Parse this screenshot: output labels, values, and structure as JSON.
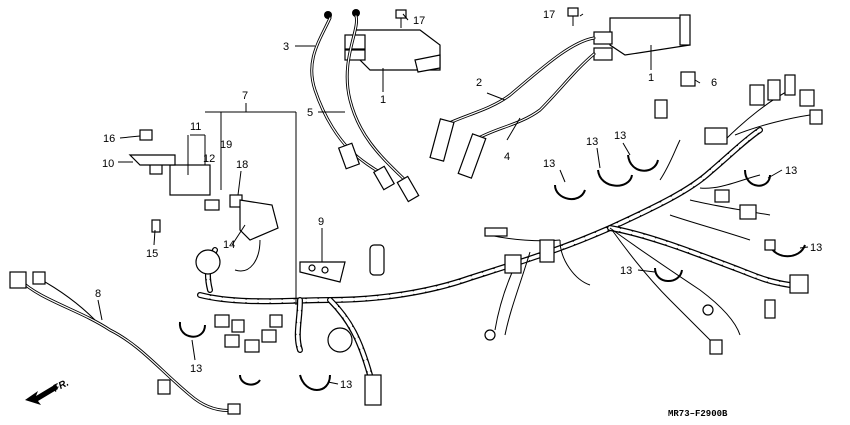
{
  "diagram": {
    "reference_code": "MR73–F2900B",
    "front_label": "FR.",
    "callouts": [
      {
        "id": "c1a",
        "label": "1"
      },
      {
        "id": "c1b",
        "label": "1"
      },
      {
        "id": "c2",
        "label": "2"
      },
      {
        "id": "c3",
        "label": "3"
      },
      {
        "id": "c4",
        "label": "4"
      },
      {
        "id": "c5",
        "label": "5"
      },
      {
        "id": "c6",
        "label": "6"
      },
      {
        "id": "c7",
        "label": "7"
      },
      {
        "id": "c8",
        "label": "8"
      },
      {
        "id": "c9",
        "label": "9"
      },
      {
        "id": "c10",
        "label": "10"
      },
      {
        "id": "c11",
        "label": "11"
      },
      {
        "id": "c12",
        "label": "12"
      },
      {
        "id": "c13a",
        "label": "13"
      },
      {
        "id": "c13b",
        "label": "13"
      },
      {
        "id": "c13c",
        "label": "13"
      },
      {
        "id": "c13d",
        "label": "13"
      },
      {
        "id": "c13e",
        "label": "13"
      },
      {
        "id": "c13f",
        "label": "13"
      },
      {
        "id": "c13g",
        "label": "13"
      },
      {
        "id": "c13h",
        "label": "13"
      },
      {
        "id": "c13i",
        "label": "13"
      },
      {
        "id": "c14",
        "label": "14"
      },
      {
        "id": "c15",
        "label": "15"
      },
      {
        "id": "c16",
        "label": "16"
      },
      {
        "id": "c17a",
        "label": "17"
      },
      {
        "id": "c17b",
        "label": "17"
      },
      {
        "id": "c18",
        "label": "18"
      },
      {
        "id": "c19",
        "label": "19"
      }
    ]
  }
}
